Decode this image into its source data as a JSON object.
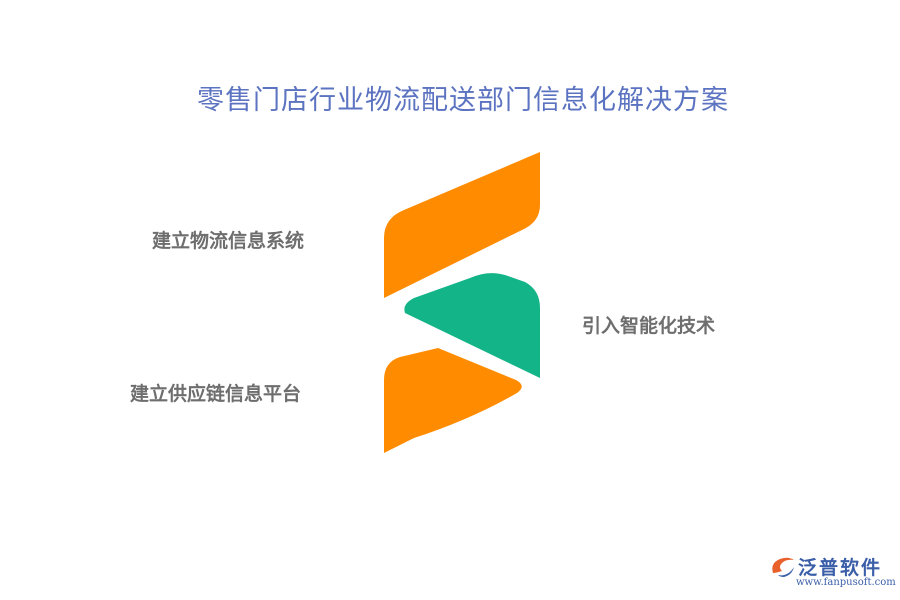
{
  "title": "零售门店行业物流配送部门信息化解决方案",
  "items": [
    {
      "label": "建立物流信息系统",
      "color": "#ff8c00"
    },
    {
      "label": "引入智能化技术",
      "color": "#14b489"
    },
    {
      "label": "建立供应链信息平台",
      "color": "#ff8c00"
    }
  ],
  "logo": {
    "name": "泛普软件",
    "url": "www.fanpusoft.com"
  }
}
